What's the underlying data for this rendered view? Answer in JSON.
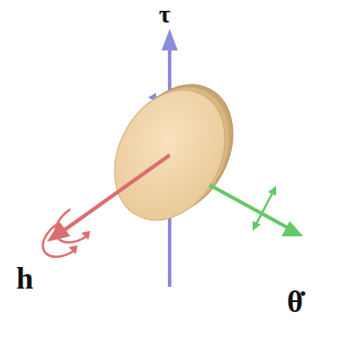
{
  "diagram": {
    "labels": [
      "τ",
      "h",
      "θ̇"
    ]
  }
}
